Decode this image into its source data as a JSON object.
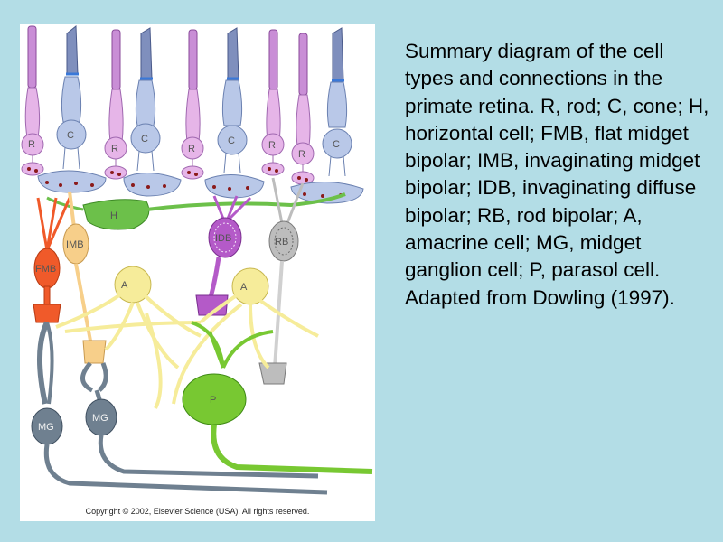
{
  "figure": {
    "labels": {
      "rod": "R",
      "cone": "C",
      "horizontal": "H",
      "imb": "IMB",
      "fmb": "FMB",
      "idb": "IDB",
      "rb": "RB",
      "amacrine": "A",
      "mg": "MG",
      "parasol": "P"
    },
    "copyright": "Copyright © 2002, Elsevier Science (USA). All rights reserved."
  },
  "caption": "Summary diagram of the cell types and connections in the primate retina. R, rod; C, cone; H, horizontal cell; FMB, flat midget bipolar; IMB, invaginating midget bipolar; IDB, invaginating diffuse bipolar; RB, rod bipolar; A, amacrine cell; MG, midget ganglion cell; P, parasol cell. Adapted from Dowling (1997).",
  "colors": {
    "background": "#b3dde6",
    "rod": "#e6b5e8",
    "cone": "#b9c8e8",
    "horizontal": "#6cc04a",
    "fmb": "#f05a2a",
    "imb": "#f7cf8a",
    "idb": "#b45ac8",
    "rb": "#bdbdbd",
    "amacrine": "#f6ec9a",
    "midget_ganglion": "#6f8090",
    "parasol": "#78c832"
  }
}
